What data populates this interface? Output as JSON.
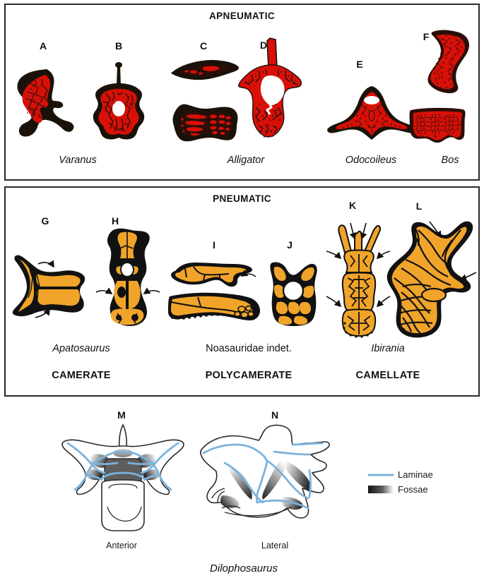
{
  "figure": {
    "panels": [
      {
        "id": "apneumatic",
        "title": "APNEUMATIC",
        "fill_color": "#d81008",
        "outline_color": "#1a1208",
        "letters": [
          "A",
          "B",
          "C",
          "D",
          "E",
          "F"
        ],
        "taxa": [
          "Varanus",
          "Alligator",
          "Odocoileus",
          "Bos"
        ]
      },
      {
        "id": "pneumatic",
        "title": "PNEUMATIC",
        "fill_color": "#f0a42a",
        "outline_color": "#111111",
        "letters": [
          "G",
          "H",
          "I",
          "J",
          "K",
          "L"
        ],
        "taxa": [
          "Apatosaurus",
          "Noasauridae indet.",
          "Ibirania"
        ],
        "categories": [
          "CAMERATE",
          "POLYCAMERATE",
          "CAMELLATE"
        ]
      },
      {
        "id": "dilophosaurus",
        "letters": [
          "M",
          "N"
        ],
        "views": [
          "Anterior",
          "Lateral"
        ],
        "taxon": "Dilophosaurus",
        "legend": {
          "items": [
            {
              "label": "Laminae",
              "swatch": "line",
              "color": "#7ab3dd"
            },
            {
              "label": "Fossae",
              "swatch": "gradient",
              "color": "#141414"
            }
          ]
        }
      }
    ]
  },
  "letters": {
    "A": "A",
    "B": "B",
    "C": "C",
    "D": "D",
    "E": "E",
    "F": "F",
    "G": "G",
    "H": "H",
    "I": "I",
    "J": "J",
    "K": "K",
    "L": "L",
    "M": "M",
    "N": "N"
  },
  "taxa": {
    "varanus": "Varanus",
    "alligator": "Alligator",
    "odocoileus": "Odocoileus",
    "bos": "Bos",
    "apatosaurus": "Apatosaurus",
    "noasauridae": "Noasauridae indet.",
    "ibirania": "Ibirania",
    "dilophosaurus": "Dilophosaurus"
  },
  "categories": {
    "camerate": "CAMERATE",
    "polycamerate": "POLYCAMERATE",
    "camellate": "CAMELLATE"
  },
  "titles": {
    "apneumatic": "APNEUMATIC",
    "pneumatic": "PNEUMATIC"
  },
  "views": {
    "anterior": "Anterior",
    "lateral": "Lateral"
  },
  "legend": {
    "laminae": "Laminae",
    "fossae": "Fossae"
  },
  "colors": {
    "bone_red": "#d81008",
    "bone_orange": "#f0a42a",
    "bone_outline": "#111111",
    "laminae_blue": "#7ab3dd",
    "fossae_dark": "#141414",
    "panel_border": "#2b2b2b",
    "neural_canal_gray": "#5e5e5e"
  }
}
